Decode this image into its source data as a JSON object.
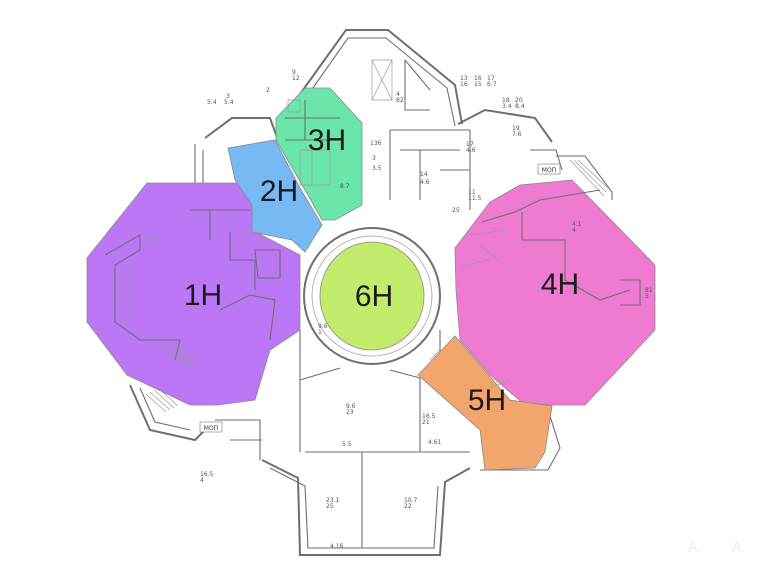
{
  "zones": [
    {
      "id": "1H",
      "label": "1H",
      "color": "#bb77f5"
    },
    {
      "id": "2H",
      "label": "2H",
      "color": "#76b9f3"
    },
    {
      "id": "3H",
      "label": "3H",
      "color": "#6be6aa"
    },
    {
      "id": "4H",
      "label": "4H",
      "color": "#ef7ad1"
    },
    {
      "id": "5H",
      "label": "5H",
      "color": "#f3a56e"
    },
    {
      "id": "6H",
      "label": "6H",
      "color": "#c3ec6c"
    }
  ],
  "tags": {
    "mop_left": "МОП",
    "mop_right": "МОП"
  },
  "room_numbers": [
    "9",
    "12",
    "2",
    "5.4",
    "3",
    "5.4",
    "4",
    "82",
    "13",
    "16",
    "16",
    "15",
    "17",
    "6.7",
    "18",
    "3.4",
    "20",
    "8.4",
    "19",
    "7.6",
    "136",
    "3.5",
    "3",
    "8.7",
    "14",
    "4.6",
    "11",
    "11.5",
    "17",
    "4.6",
    "25",
    "4.1",
    "4",
    "81",
    "5",
    "9.6",
    "1",
    "9.6",
    "23",
    "16.5",
    "21",
    "10.7",
    "22",
    "23.1",
    "25",
    "16.5",
    "4",
    "5.5",
    "4.61",
    "4.16",
    "2.60"
  ],
  "watermark": "A"
}
